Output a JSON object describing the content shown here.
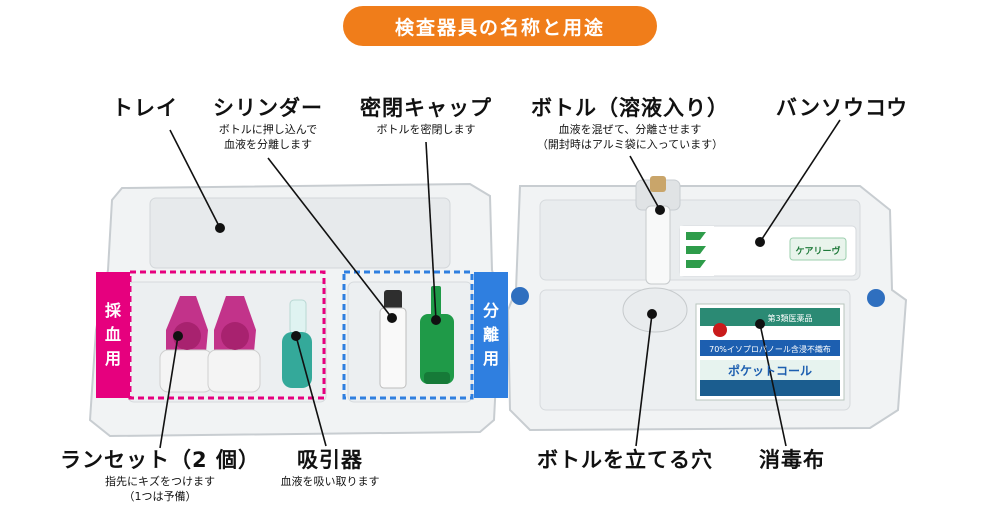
{
  "title": "検査器具の名称と用途",
  "tags": {
    "blood_collection": [
      "採",
      "血",
      "用"
    ],
    "separation": [
      "分",
      "離",
      "用"
    ]
  },
  "labels": {
    "tray": {
      "name": "トレイ"
    },
    "cylinder": {
      "name": "シリンダー",
      "desc": [
        "ボトルに押し込んで",
        "血液を分離します"
      ]
    },
    "seal_cap": {
      "name": "密閉キャップ",
      "desc": [
        "ボトルを密閉します"
      ]
    },
    "bottle": {
      "name": "ボトル（溶液入り）",
      "desc": [
        "血液を混ぜて、分離させます",
        "（開封時はアルミ袋に入っています）"
      ]
    },
    "bandage": {
      "name": "バンソウコウ"
    },
    "lancet": {
      "name": "ランセット（2 個）",
      "desc": [
        "指先にキズをつけます",
        "（1つは予備）"
      ]
    },
    "pipette": {
      "name": "吸引器",
      "desc": [
        "血液を吸い取ります"
      ]
    },
    "bottle_hole": {
      "name": "ボトルを立てる穴"
    },
    "wipe": {
      "name": "消毒布"
    }
  },
  "package_text": {
    "bandage_brand": "ケアリーヴ",
    "wipe_top": "第3類医薬品",
    "wipe_strip": "70%イソプロパノール含浸不織布",
    "wipe_brand": "ポケットコール"
  },
  "colors": {
    "accent_orange": "#f07d1a",
    "blood_magenta": "#e6007e",
    "separation_blue": "#2f7fe0",
    "cap_green": "#1f9a48"
  }
}
